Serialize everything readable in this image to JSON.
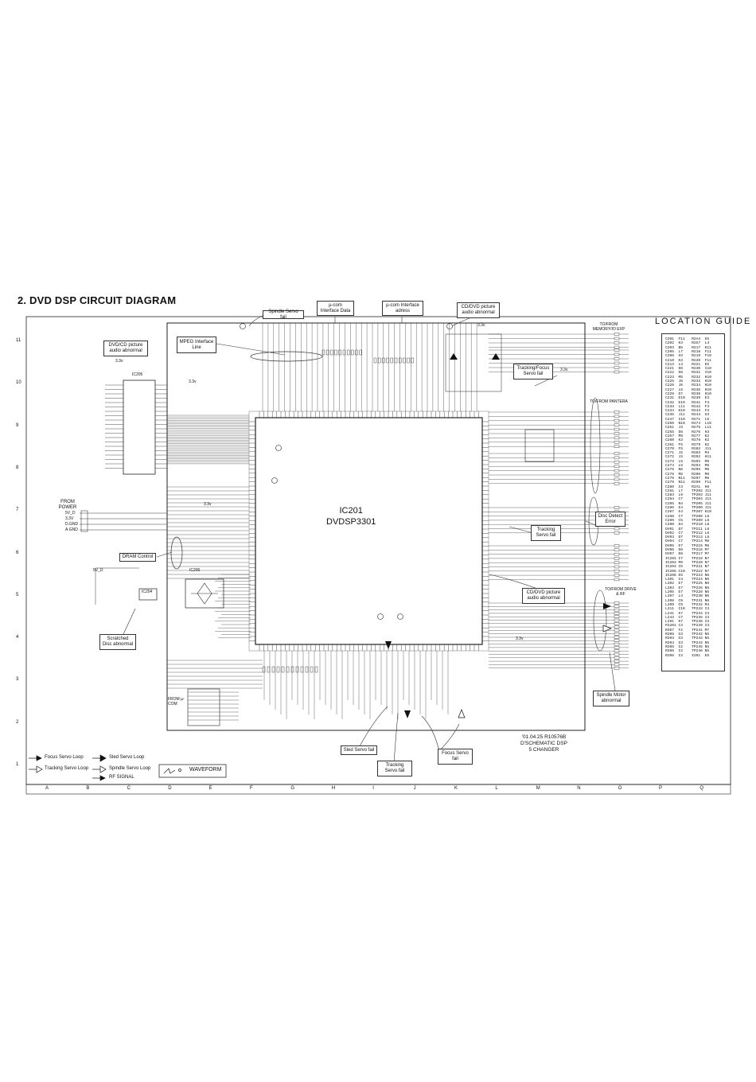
{
  "page": {
    "title": "2. DVD DSP CIRCUIT DIAGRAM"
  },
  "chip": {
    "ref": "IC201",
    "part": "DVDSP3301"
  },
  "callouts": {
    "spindle_servo": "Spindle Servo fail",
    "ucom_data": "µ-com Interface Data",
    "ucom_addr": "µ-com Interface adress",
    "cd_dvd_audio_top": "CD/DVD picture audio abnormal",
    "dvd_cd_audio_left": "DVD/CD picture audio abnormal",
    "mpeg_line": "MPEG Interface Line",
    "tracking_focus": "Tracking/Focus Servo fail",
    "disc_detect": "Disc Detect Error",
    "tracking_servo_right": "Tracking Servo fail",
    "dram": "DRAM Control",
    "cd_dvd_audio_bottom": "CD/DVD picture audio abnormal",
    "scratched": "Scratched Disc abnormal",
    "spindle_motor": "Spindle Motor abnormal",
    "sled_servo": "Sled Servo fail",
    "focus_servo": "Focus Servo fail",
    "tracking_servo_bottom": "Tracking Servo fail"
  },
  "connectors": {
    "memory": "TO/FROM MEMORY/IO EXP",
    "pantera": "TO/FROM PANTERA",
    "drive": "TO/FROM DRIVE & RF",
    "power": "FROM POWER",
    "ucom": "FROM µ-COM",
    "power_pins": [
      "5V_D",
      "3.3V",
      "D.GND",
      "A.GND"
    ]
  },
  "parts": {
    "ic205": "IC205",
    "ic206": "IC206",
    "ic204": "IC204",
    "v33": "3.3v",
    "v5": "5V_D"
  },
  "location_guide": {
    "title": "LOCATION GUIDE",
    "rows": [
      "C201  F11   R2A4  G5",
      "C202  K4    R2G7  L4",
      "C203  B5    R217  K11",
      "C205  L7    R218  F11",
      "C206  H3    R219  F10",
      "C210  K3    R220  F11",
      "C213  L3    R221  E5",
      "C221  D8    R230  I10",
      "C222  D8    R231  I10",
      "C223  M5    R232  H10",
      "C225  J6    R233  H10",
      "C226  J6    R234  H10",
      "C227  L6    R235  H10",
      "C228  D7    R236  H10",
      "C231  E10   R239  E3",
      "C232  E10   R241  F3",
      "C233  L11   R242  F3",
      "C234  K10   R243  F3",
      "C235  J11   R244  G3",
      "C247  I10   R271  L5",
      "C250  N10   R274  L10",
      "C251  J3    R275  L11",
      "C255  D8    R276  H3",
      "C257  M9    R277  K2",
      "C260  K3    R278  K2",
      "C261  F5    R279  K2",
      "C270  F5    R282  J11",
      "C271  J2    R283  M4",
      "C272  J3    R292  H11",
      "C273  L5    R293  M8",
      "C274  L5    R294  M8",
      "C275  N8    R295  M8",
      "C276  M8    R296  M8",
      "C278  N11   R297  M8",
      "C279  N11   R299  F11",
      "C280  I3    R2A1  H8",
      "C281  L7    TP202 J11",
      "C283  L9    TP203 J11",
      "C284  C7    TP204 J11",
      "C285  N4    TP205 J11",
      "C286  E4    TP206 J11",
      "C287  E4    TP207 K10",
      "C288  C7    TP208 L8",
      "C289  C5    TP209 L8",
      "C290  D4    TP210 L8",
      "DV01  D7    TP211 L8",
      "DV02  C7    TP212 L8",
      "DV03  D7    TP213 L8",
      "DV04  C7    TP214 M8",
      "DV05  E7    TP215 M8",
      "DV06  D8    TP216 M7",
      "DV07  D8    TP217 M7",
      "IC201 I7    TP218 N7",
      "IC203 M9    TP220 N7",
      "IC204 C5    TP221 N7",
      "IC205 C10   TP222 N7",
      "IC206 E5    TP223 N6",
      "L201  I4    TP224 N6",
      "L202  E7    TP225 N6",
      "L203  E7    TP226 N6",
      "L205  E7    TP228 N6",
      "L207  L4    TP230 N6",
      "L208  C9    TP231 N6",
      "L209  C5    TP232 M4",
      "L211  I10   TP233 I3",
      "L241  K7    TP234 I3",
      "L243  C7    TP235 I3",
      "L291  K7    TP238 I3",
      "P2201 C3    TP239 I3",
      "R207  F2    TP241 M7",
      "R208  G3    TP242 N5",
      "R203  G3    TP243 N5",
      "R204  G3    TP244 N5",
      "R205  I2    TP245 N5",
      "R206  I2    TP246 N5",
      "R208  I3    X201  E5"
    ]
  },
  "legend": {
    "focus": "Focus Servo Loop",
    "sled": "Sled Servo Loop",
    "tracking": "Tracking Servo Loop",
    "spindle": "Spindle Servo Loop",
    "rf": "RF SIGNAL",
    "waveform": "WAVEFORM"
  },
  "note": {
    "date": "'01.04.25  R10576B",
    "sheet": "D'SCHEMATIC DSP",
    "model": "5 CHANGER"
  },
  "grid": {
    "cols": [
      "A",
      "B",
      "C",
      "D",
      "E",
      "F",
      "G",
      "H",
      "I",
      "J",
      "K",
      "L",
      "M",
      "N",
      "O",
      "P",
      "Q"
    ],
    "rows": [
      "11",
      "10",
      "9",
      "8",
      "7",
      "6",
      "5",
      "4",
      "3",
      "2",
      "1"
    ]
  }
}
